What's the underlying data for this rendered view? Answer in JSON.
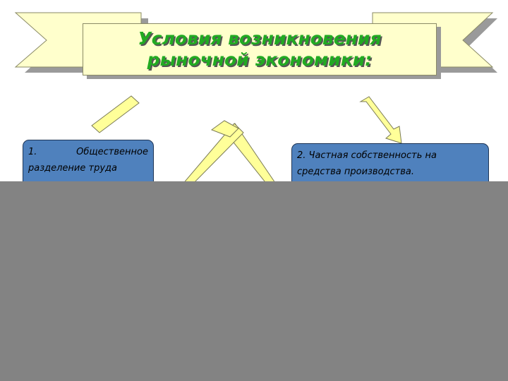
{
  "title": {
    "line1": "Условия возникновения",
    "line2": "рыночной экономики:"
  },
  "boxes": [
    {
      "number": "1.",
      "text_part1": "Общественное",
      "text_part2": "разделение труда"
    },
    {
      "text_line1": "2. Частная собственность на",
      "text_line2": "средства производства."
    }
  ],
  "colors": {
    "ribbon_fill": "#ffffcc",
    "title_text": "#22aa22",
    "box_fill": "#4f81bd",
    "arrow_fill": "#ffff99",
    "overlay": "#838383"
  }
}
